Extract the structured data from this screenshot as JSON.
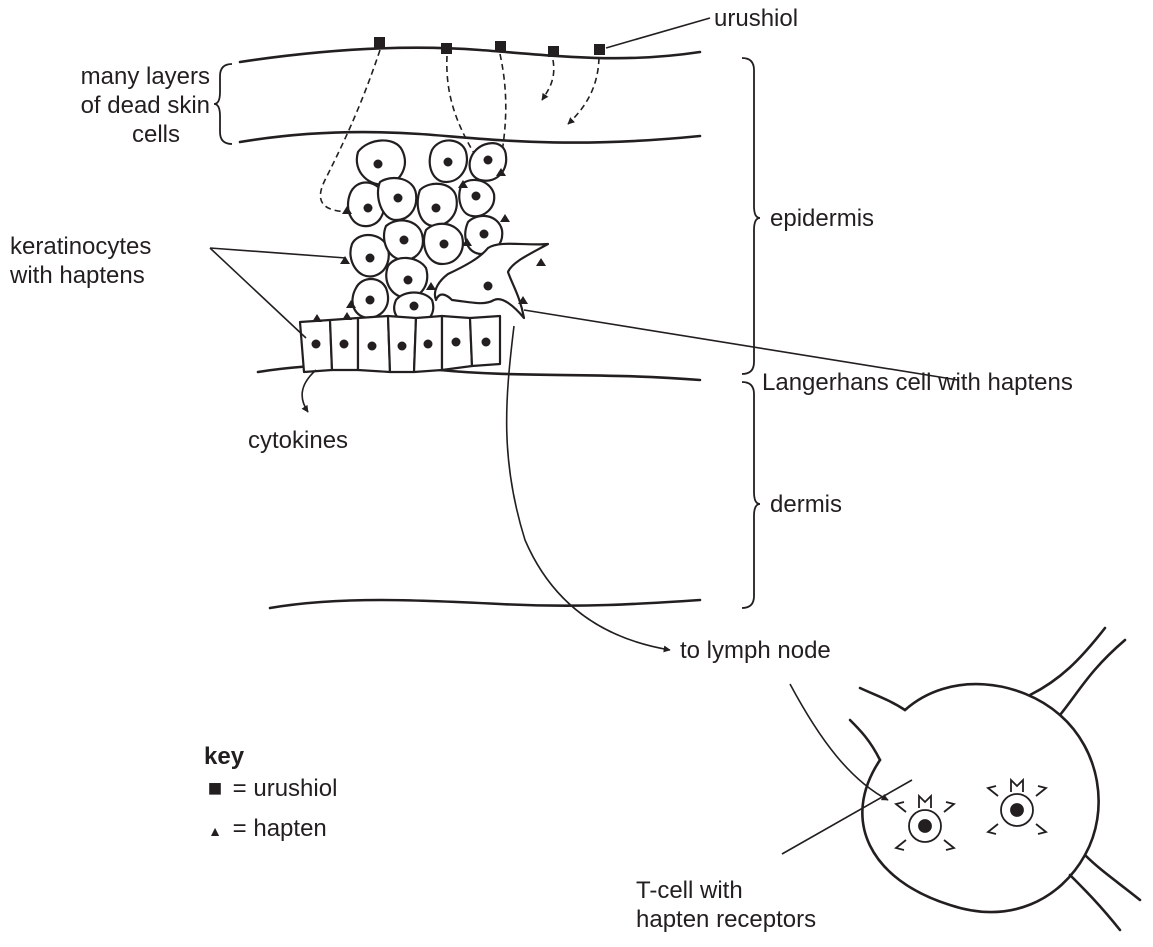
{
  "labels": {
    "urushiol": "urushiol",
    "dead_cells": [
      "many layers",
      "of dead skin",
      "cells"
    ],
    "epidermis": "epidermis",
    "keratinocytes": [
      "keratinocytes",
      "with haptens"
    ],
    "langerhans": "Langerhans cell with haptens",
    "cytokines": "cytokines",
    "dermis": "dermis",
    "lymph": "to lymph node",
    "tcell": [
      "T-cell with",
      "hapten receptors"
    ]
  },
  "key": {
    "title": "key",
    "items": [
      {
        "symbol": "square",
        "text": "= urushiol"
      },
      {
        "symbol": "triangle",
        "text": "= hapten"
      }
    ]
  },
  "colors": {
    "ink": "#231f20",
    "background": "#ffffff"
  }
}
